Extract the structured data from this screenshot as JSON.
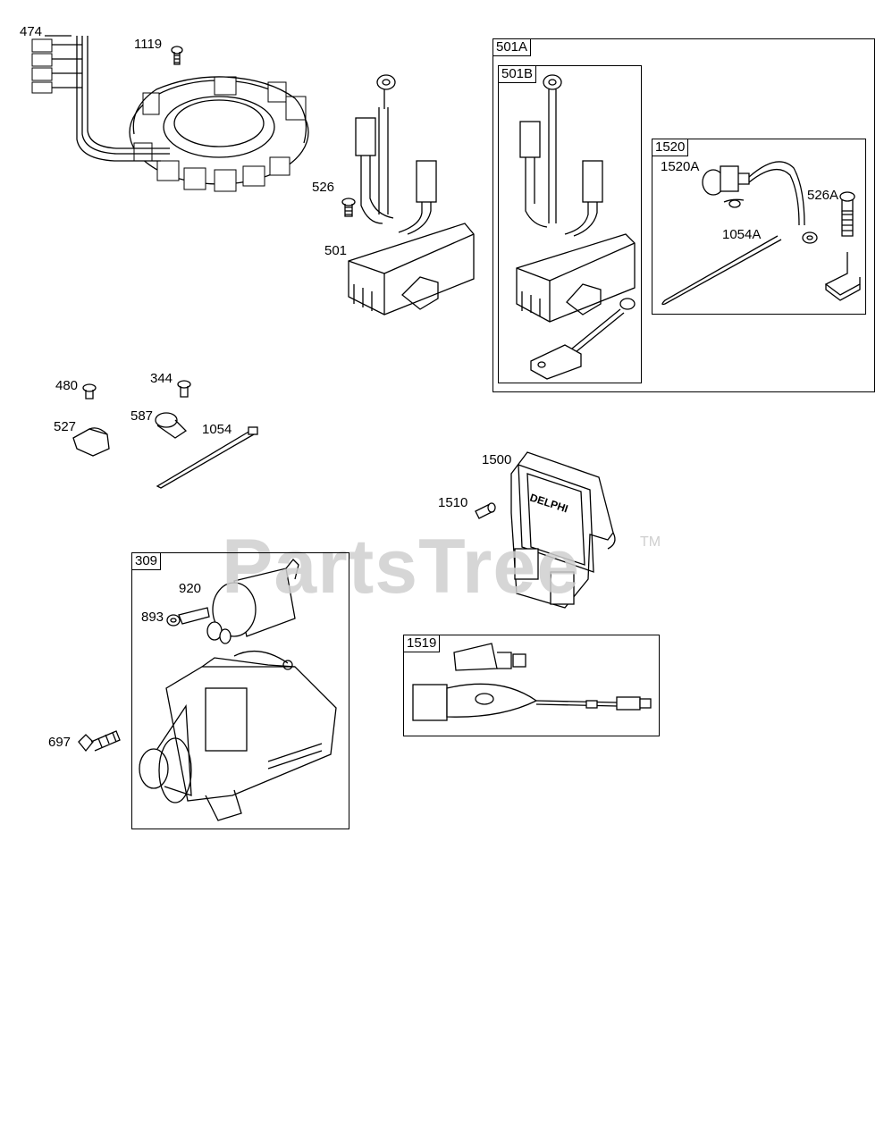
{
  "watermark": {
    "brand": "PartsTree",
    "trademark": "TM"
  },
  "callouts": {
    "c474": "474",
    "c1119": "1119",
    "c526": "526",
    "c501": "501",
    "c480": "480",
    "c344": "344",
    "c527": "527",
    "c587": "587",
    "c1054": "1054",
    "c1500": "1500",
    "c1510": "1510",
    "c920": "920",
    "c893": "893",
    "c697": "697",
    "c1520A": "1520A",
    "c526A": "526A",
    "c1054A": "1054A"
  },
  "groups": {
    "g501A": "501A",
    "g501B": "501B",
    "g1520": "1520",
    "g309": "309",
    "g1519": "1519"
  },
  "module_brand": "DELPHI"
}
